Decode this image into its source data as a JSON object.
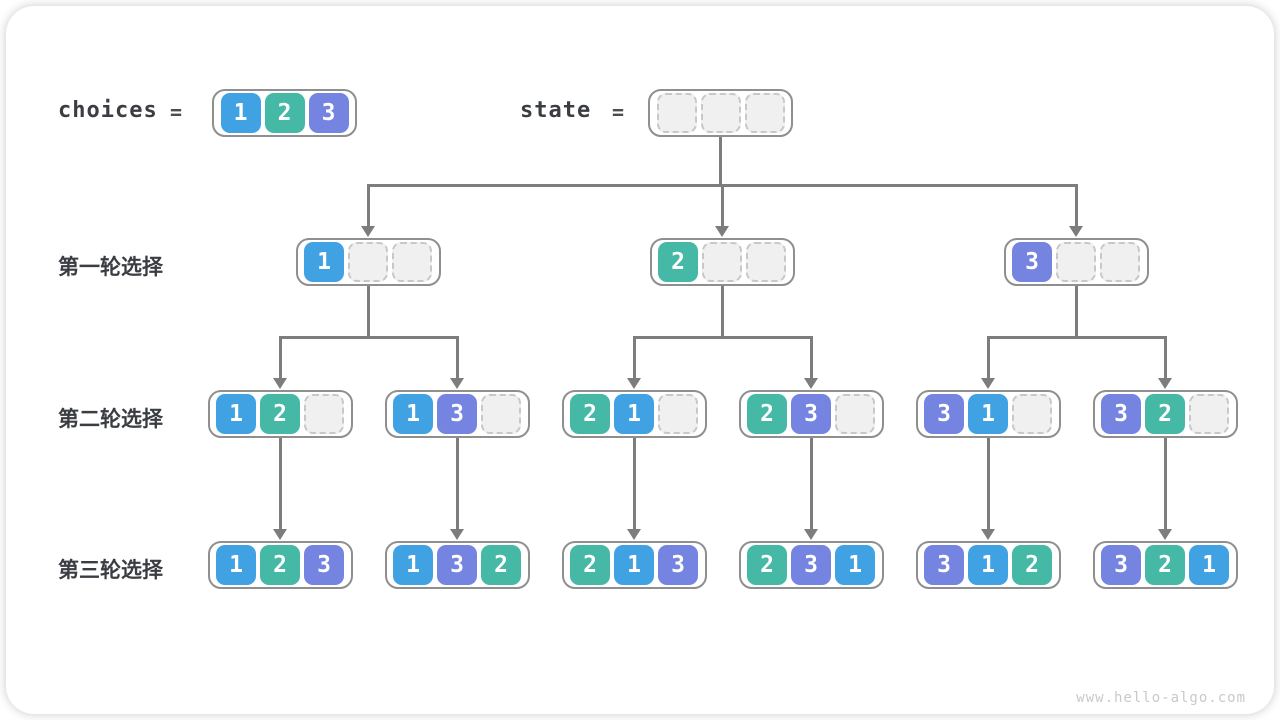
{
  "title": "permutation-choices-state-tree",
  "palette": {
    "1": "#41a2e3",
    "2": "#45b8a6",
    "3": "#7584e0",
    "line": "#7d7d7d",
    "node_border": "#8f8f8f",
    "empty_fill": "#f0f0f0",
    "empty_border": "#c8c8c8",
    "label_text": "#3a3d42",
    "watermark_text": "#c9c9c9"
  },
  "header": {
    "choices_label": "choices",
    "equals": "=",
    "choices_values": [
      1,
      2,
      3
    ],
    "state_label": "state",
    "state_values": [
      null,
      null,
      null
    ]
  },
  "rows": [
    {
      "label": "第一轮选择",
      "nodes": [
        [
          1
        ],
        [
          2
        ],
        [
          3
        ]
      ]
    },
    {
      "label": "第二轮选择",
      "nodes": [
        [
          1,
          2
        ],
        [
          1,
          3
        ],
        [
          2,
          1
        ],
        [
          2,
          3
        ],
        [
          3,
          1
        ],
        [
          3,
          2
        ]
      ]
    },
    {
      "label": "第三轮选择",
      "nodes": [
        [
          1,
          2,
          3
        ],
        [
          1,
          3,
          2
        ],
        [
          2,
          1,
          3
        ],
        [
          2,
          3,
          1
        ],
        [
          3,
          1,
          2
        ],
        [
          3,
          2,
          1
        ]
      ]
    }
  ],
  "watermark": "www.hello-algo.com"
}
